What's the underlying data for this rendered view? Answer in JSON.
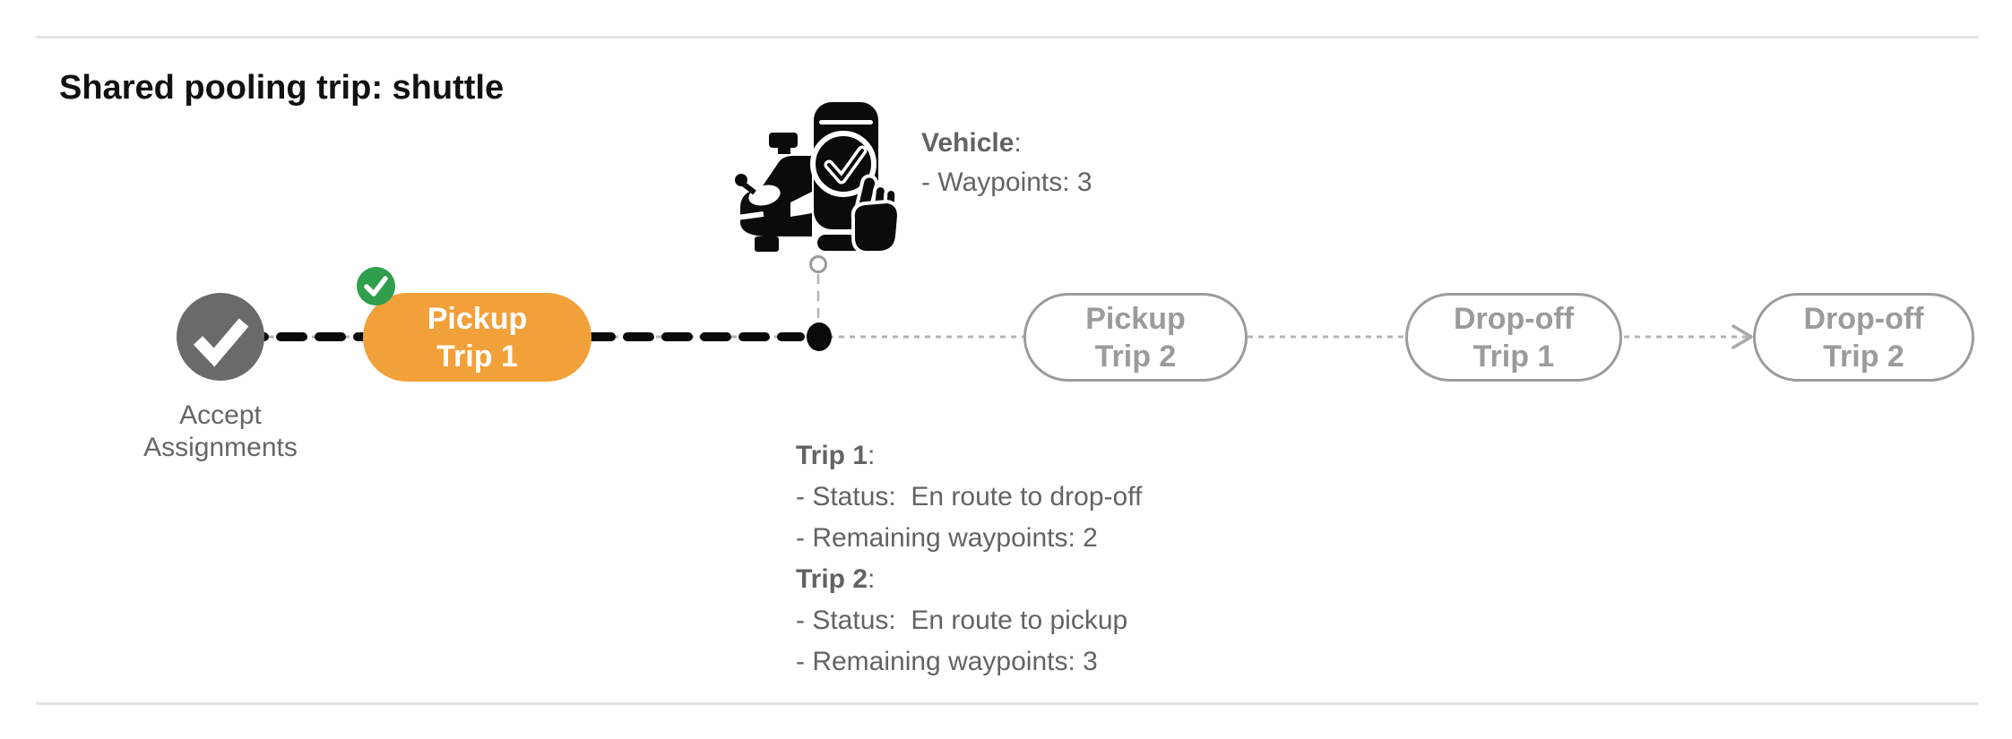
{
  "page": {
    "title": "Shared pooling trip: shuttle"
  },
  "colors": {
    "active_orange": "#f2a039",
    "success_green": "#2f9e4d",
    "completed_gray": "#6a6a6a",
    "upcoming_outline_gray": "#9b9b9b",
    "text_gray": "#636363",
    "route_black": "#0b0b0b",
    "divider_gray": "#e3e3e3"
  },
  "vehicle_info": {
    "title": "Vehicle",
    "colon": ":",
    "waypoints_line": "- Waypoints: 3"
  },
  "timeline": {
    "accept": {
      "label": "Accept Assignments",
      "state": "completed",
      "icon": "check-icon"
    },
    "pickup_trip_1": {
      "line1": "Pickup",
      "line2": "Trip 1",
      "state": "current",
      "badge_icon": "check-circle-icon"
    },
    "pickup_trip_2": {
      "line1": "Pickup",
      "line2": "Trip 2",
      "state": "upcoming"
    },
    "dropoff_trip_1": {
      "line1": "Drop-off",
      "line2": "Trip 1",
      "state": "upcoming"
    },
    "dropoff_trip_2": {
      "line1": "Drop-off",
      "line2": "Trip 2",
      "state": "upcoming"
    },
    "vehicle_marker_icon": "car-phone-check-icon",
    "position_marker_icon": "current-position-dot"
  },
  "trip_details": {
    "trip1": {
      "title": "Trip 1",
      "colon": ":",
      "status_line": "- Status:  En route to drop-off",
      "waypoints_line": "- Remaining waypoints: 2"
    },
    "trip2": {
      "title": "Trip 2",
      "colon": ":",
      "status_line": "- Status:  En route to pickup",
      "waypoints_line": "- Remaining waypoints: 3"
    }
  }
}
